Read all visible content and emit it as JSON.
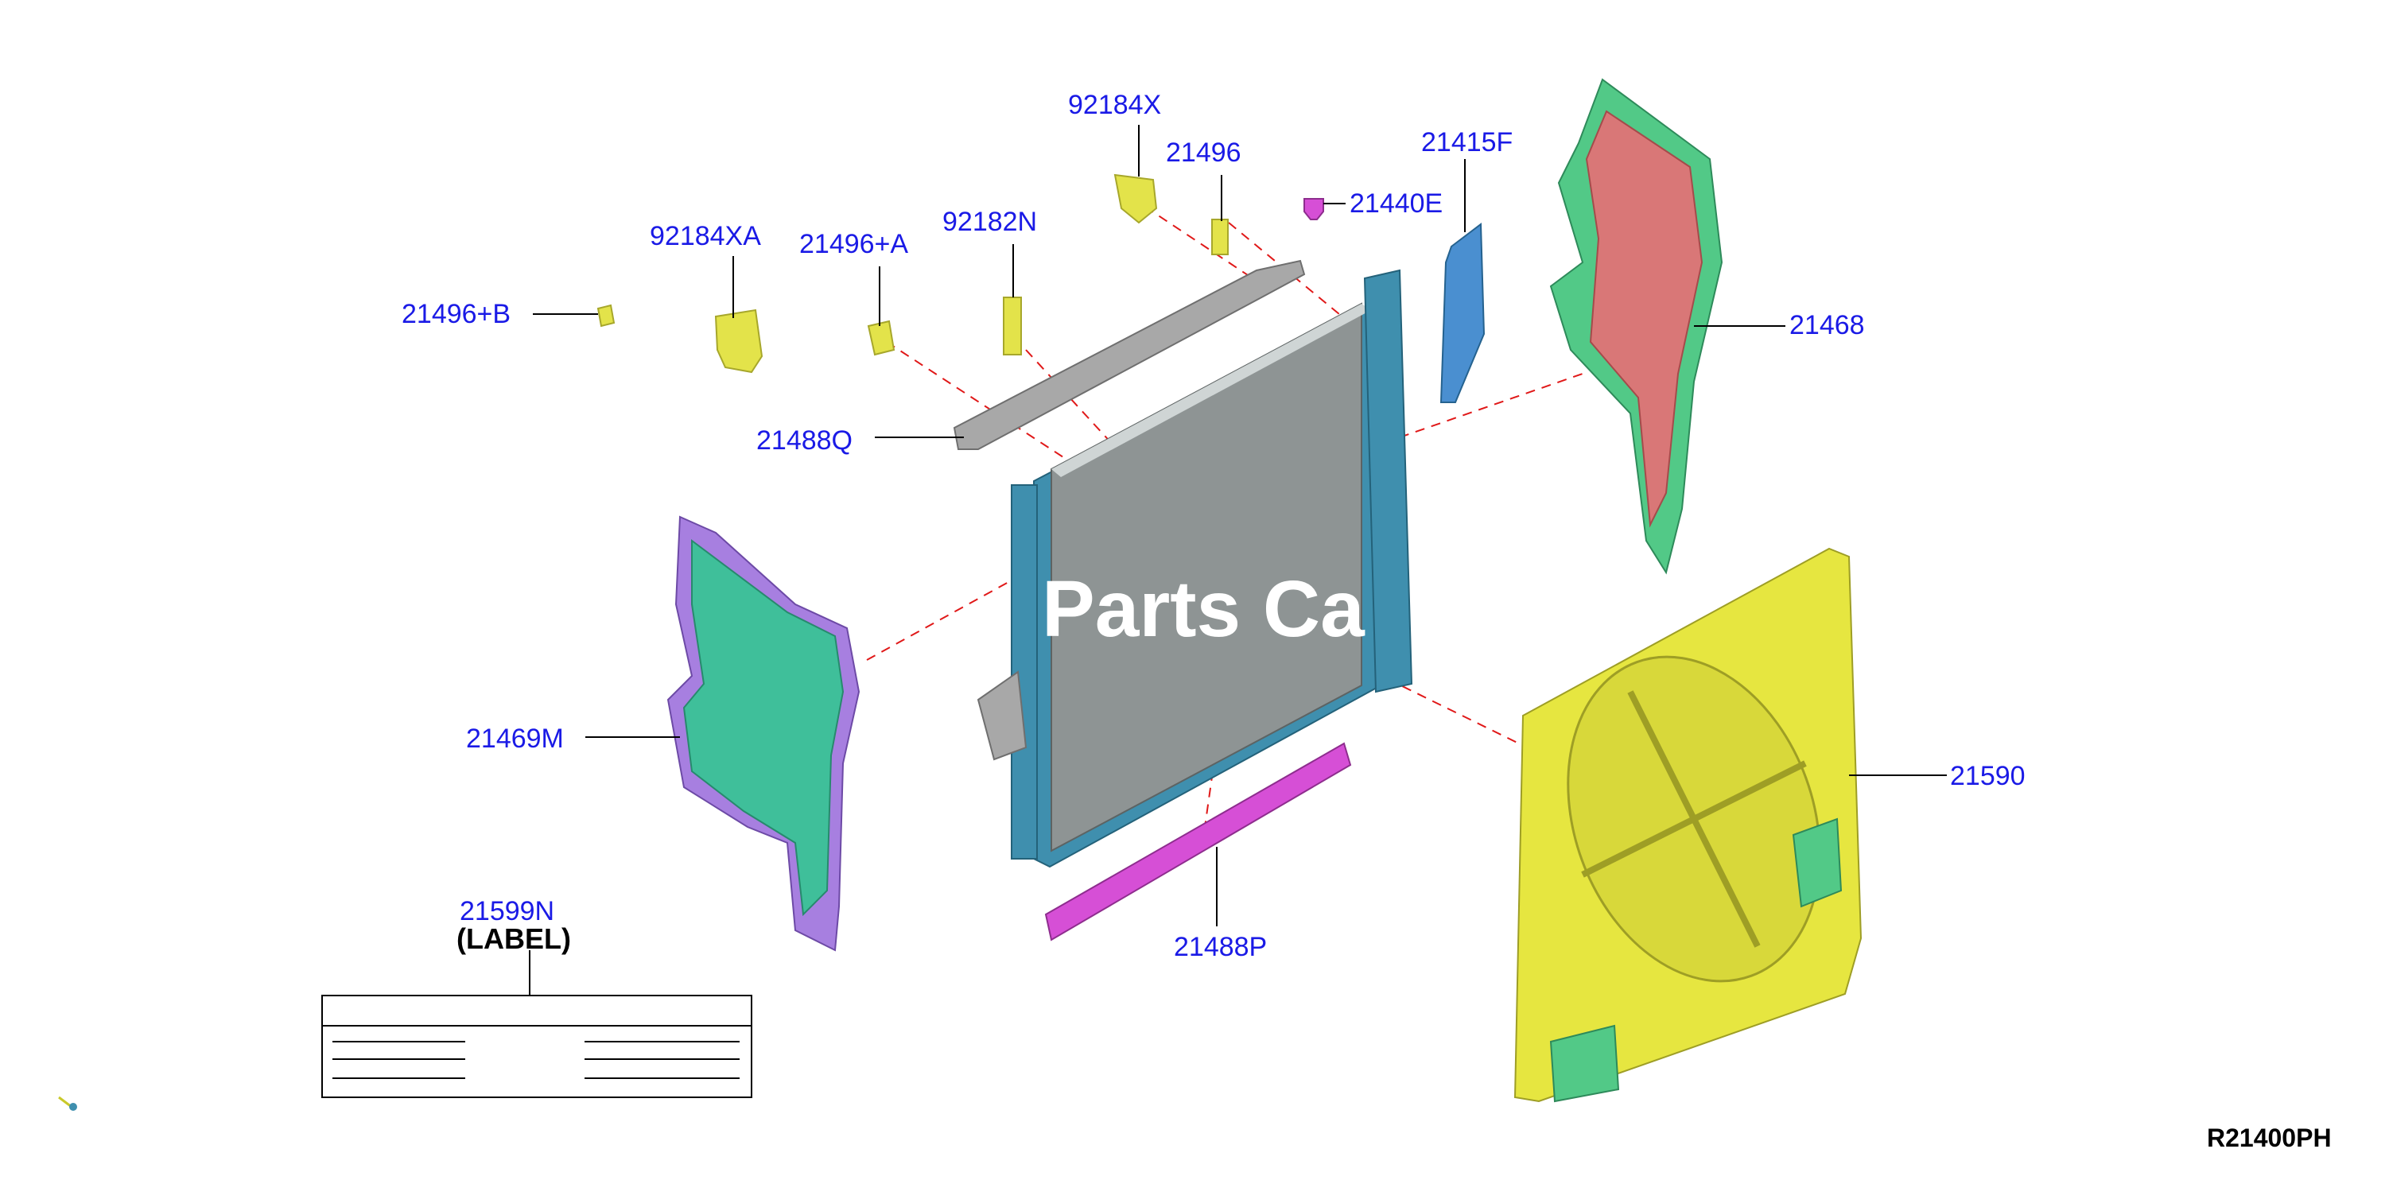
{
  "diagram_code": "R21400PH",
  "watermark": "Parts Ca",
  "parts": {
    "p21496B": "21496+B",
    "p92184XA": "92184XA",
    "p21496A": "21496+A",
    "p92182N": "92182N",
    "p92184X": "92184X",
    "p21496": "21496",
    "p21440E": "21440E",
    "p21415F": "21415F",
    "p21468": "21468",
    "p21488Q": "21488Q",
    "p21469M": "21469M",
    "p21590": "21590",
    "p21488P": "21488P",
    "p21599N": "21599N"
  },
  "label_note": "(LABEL)",
  "colors": {
    "label_text": "#1a1ae6",
    "leader_dash": "#e01818",
    "radiator": "#8e9494",
    "radiator_tank": "#3f8fae",
    "clip_yellow": "#e3e34a",
    "bracket_gray": "#a8a8a8",
    "seal_pink": "#d64fd6",
    "air_guide_red": "#d97777",
    "air_guide_green": "#52c987",
    "side_guide_teal": "#3fbf9a",
    "side_guide_purple": "#a77fe0",
    "shroud_yellow": "#e6e640",
    "blue_seal": "#4a8fd0"
  }
}
